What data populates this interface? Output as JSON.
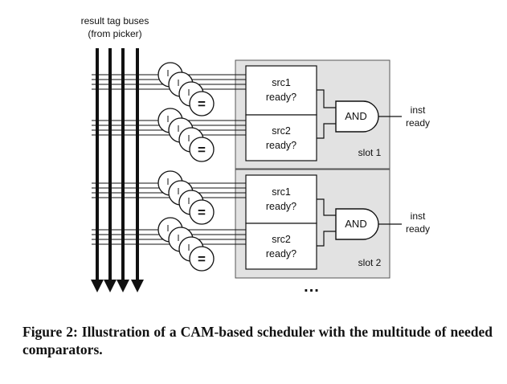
{
  "diagram": {
    "bus_label_line1": "result tag buses",
    "bus_label_line2": "(from picker)",
    "slots": [
      {
        "src1_line1": "src1",
        "src1_line2": "ready?",
        "src2_line1": "src2",
        "src2_line2": "ready?",
        "gate": "AND",
        "out_line1": "inst",
        "out_line2": "ready",
        "slot_label": "slot 1"
      },
      {
        "src1_line1": "src1",
        "src1_line2": "ready?",
        "src2_line1": "src2",
        "src2_line2": "ready?",
        "gate": "AND",
        "out_line1": "inst",
        "out_line2": "ready",
        "slot_label": "slot 2"
      }
    ],
    "comparator_symbol": "=",
    "continuation": "..."
  },
  "caption": {
    "text": "Figure 2:  Illustration of a CAM-based scheduler with the multitude of needed comparators."
  },
  "colors": {
    "line": "#111111",
    "slot_fill": "#e2e2e2",
    "box_fill": "#ffffff"
  }
}
